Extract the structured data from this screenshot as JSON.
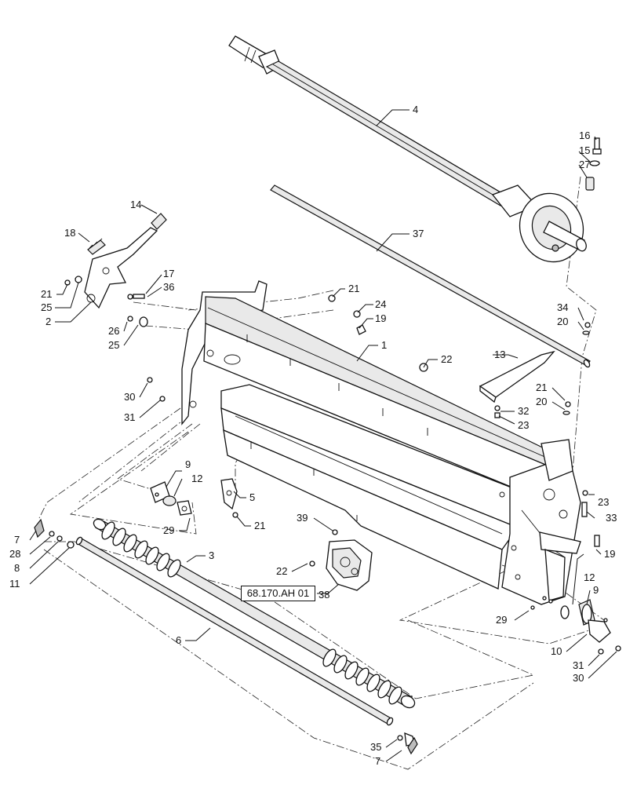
{
  "diagram": {
    "reference_label": "68.170.AH 01",
    "callouts": [
      {
        "id": "c4",
        "text": "4"
      },
      {
        "id": "c16",
        "text": "16"
      },
      {
        "id": "c15",
        "text": "15"
      },
      {
        "id": "c27",
        "text": "27"
      },
      {
        "id": "c14",
        "text": "14"
      },
      {
        "id": "c18",
        "text": "18"
      },
      {
        "id": "c37",
        "text": "37"
      },
      {
        "id": "c17",
        "text": "17"
      },
      {
        "id": "c36",
        "text": "36"
      },
      {
        "id": "c21a",
        "text": "21"
      },
      {
        "id": "c25a",
        "text": "25"
      },
      {
        "id": "c2",
        "text": "2"
      },
      {
        "id": "c26",
        "text": "26"
      },
      {
        "id": "c25b",
        "text": "25"
      },
      {
        "id": "c21b",
        "text": "21"
      },
      {
        "id": "c24",
        "text": "24"
      },
      {
        "id": "c19a",
        "text": "19"
      },
      {
        "id": "c34",
        "text": "34"
      },
      {
        "id": "c20a",
        "text": "20"
      },
      {
        "id": "c1",
        "text": "1"
      },
      {
        "id": "c22a",
        "text": "22"
      },
      {
        "id": "c13",
        "text": "13"
      },
      {
        "id": "c21c",
        "text": "21"
      },
      {
        "id": "c20b",
        "text": "20"
      },
      {
        "id": "c32",
        "text": "32"
      },
      {
        "id": "c23a",
        "text": "23"
      },
      {
        "id": "c30a",
        "text": "30"
      },
      {
        "id": "c31a",
        "text": "31"
      },
      {
        "id": "c9a",
        "text": "9"
      },
      {
        "id": "c12a",
        "text": "12"
      },
      {
        "id": "c5",
        "text": "5"
      },
      {
        "id": "c21d",
        "text": "21"
      },
      {
        "id": "c23b",
        "text": "23"
      },
      {
        "id": "c33",
        "text": "33"
      },
      {
        "id": "c29a",
        "text": "29"
      },
      {
        "id": "c39",
        "text": "39"
      },
      {
        "id": "c7a",
        "text": "7"
      },
      {
        "id": "c28",
        "text": "28"
      },
      {
        "id": "c8",
        "text": "8"
      },
      {
        "id": "c11",
        "text": "11"
      },
      {
        "id": "c3",
        "text": "3"
      },
      {
        "id": "c22b",
        "text": "22"
      },
      {
        "id": "c38",
        "text": "38"
      },
      {
        "id": "c19b",
        "text": "19"
      },
      {
        "id": "c12b",
        "text": "12"
      },
      {
        "id": "c9b",
        "text": "9"
      },
      {
        "id": "c29b",
        "text": "29"
      },
      {
        "id": "c10",
        "text": "10"
      },
      {
        "id": "c31b",
        "text": "31"
      },
      {
        "id": "c30b",
        "text": "30"
      },
      {
        "id": "c6",
        "text": "6"
      },
      {
        "id": "c35",
        "text": "35"
      },
      {
        "id": "c7b",
        "text": "7"
      }
    ]
  }
}
